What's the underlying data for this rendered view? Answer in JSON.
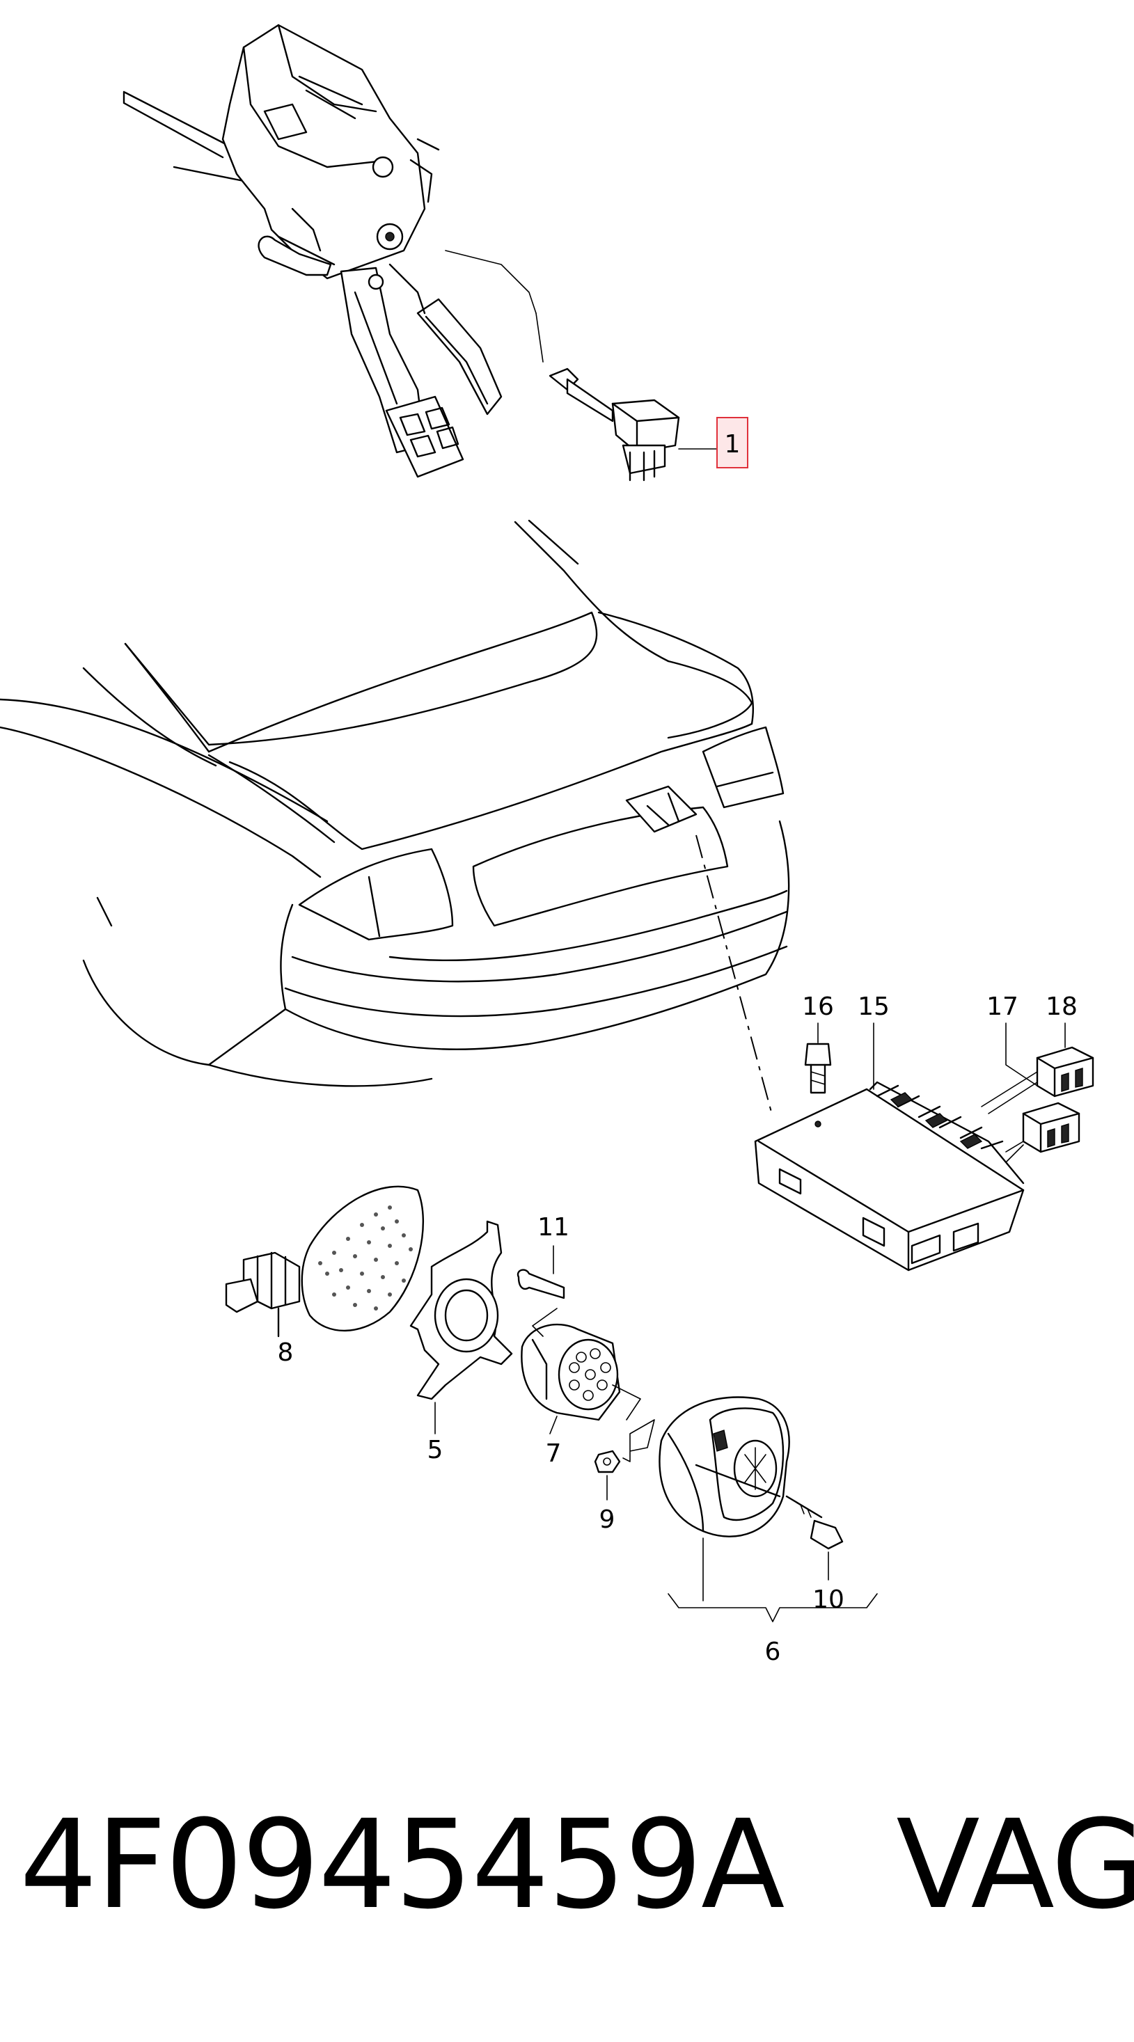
{
  "callouts": {
    "c1": "1",
    "c5": "5",
    "c6": "6",
    "c7": "7",
    "c8": "8",
    "c9": "9",
    "c10": "10",
    "c11": "11",
    "c15": "15",
    "c16": "16",
    "c17": "17",
    "c18": "18"
  },
  "highlight_color": "#e0303a",
  "highlight_fill": "#fde7e8",
  "footer": {
    "part_number": "4F0945459A",
    "brand": "VAG"
  }
}
